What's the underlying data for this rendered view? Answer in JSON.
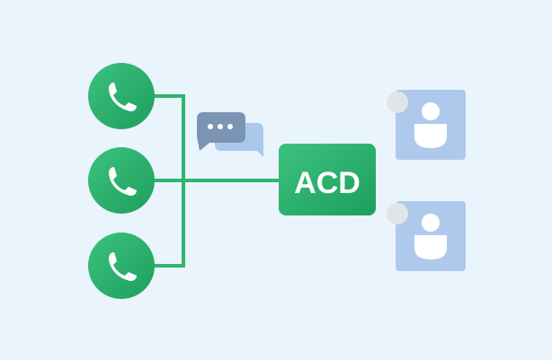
{
  "colors": {
    "background": "#EAF4FC",
    "frame": "#E4EEF7",
    "green_light": "#3CC27F",
    "green_dark": "#1E9E5C",
    "line_green": "#2FB56E",
    "agent_card": "#AFC9EC",
    "agent_status_dot": "#E2E5E8",
    "chat_dark": "#7C94B3",
    "chat_light": "#A9C8EC",
    "white": "#FFFFFF"
  },
  "callers": [
    {
      "name": "caller-1",
      "icon": "phone-icon"
    },
    {
      "name": "caller-2",
      "icon": "phone-icon"
    },
    {
      "name": "caller-3",
      "icon": "phone-icon"
    }
  ],
  "chat": {
    "icon": "chat-bubbles-icon"
  },
  "acd": {
    "label": "ACD"
  },
  "agents": [
    {
      "name": "agent-1",
      "icon": "user-icon"
    },
    {
      "name": "agent-2",
      "icon": "user-icon"
    }
  ]
}
